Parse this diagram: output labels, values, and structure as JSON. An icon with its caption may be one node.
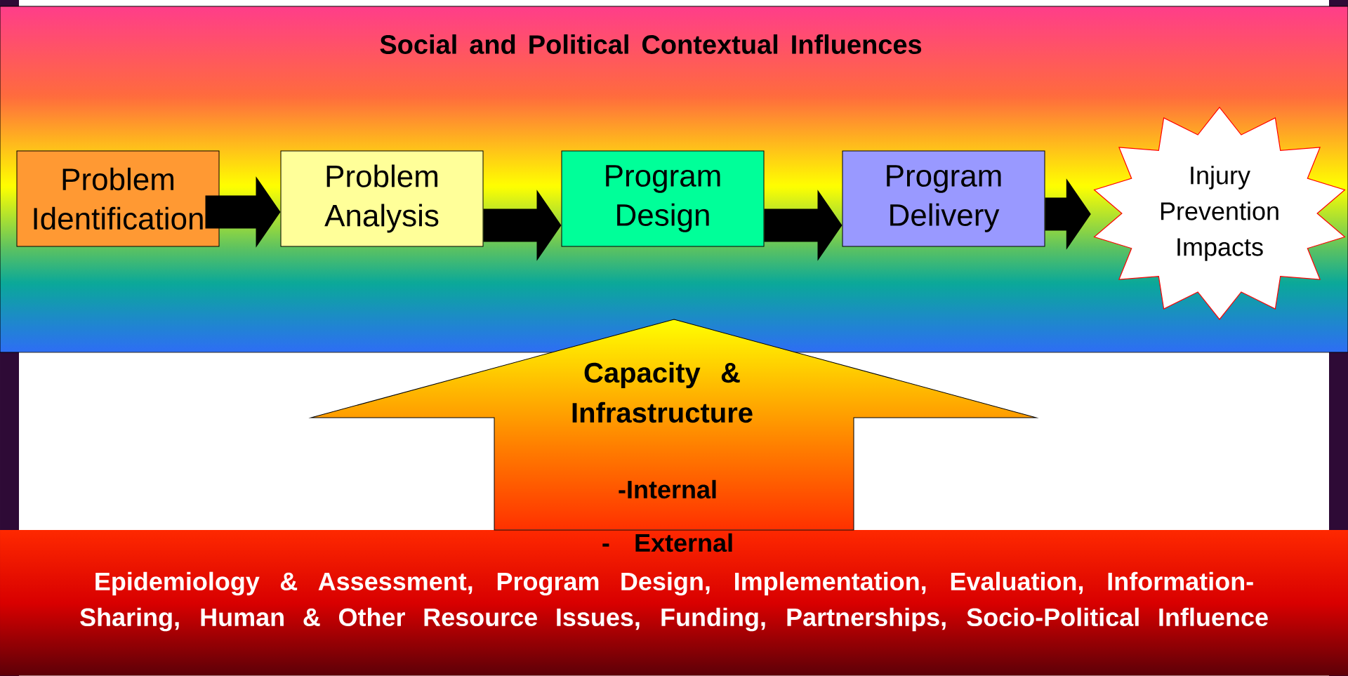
{
  "diagram": {
    "nodes": [
      {
        "text": [
          "Social and Political Contextual Influences"
        ]
      },
      {
        "text": [
          "Problem Identification"
        ],
        "in": 0
      },
      {
        "text": [
          "Problem Analysis"
        ],
        "in": 0
      },
      {
        "text": [
          "Program Design"
        ],
        "in": 0
      },
      {
        "text": [
          "Program Delivery"
        ],
        "in": 0
      },
      {
        "text": [
          "Injury Prevention Impacts"
        ],
        "in": 0
      },
      {
        "text": [
          "Capacity & Infrastructure",
          "-Internal",
          "- External"
        ]
      },
      {
        "text": [
          "Epidemiology & Assessment, Program Design, Implementation, Evaluation, Information-Sharing, Human & Other Resource Issues, Funding, Partnerships, Socio-Political Influence"
        ]
      }
    ],
    "edges": [
      {
        "from": 1,
        "to": 2,
        "arrow": "to"
      },
      {
        "from": 2,
        "to": 3,
        "arrow": "to"
      },
      {
        "from": 3,
        "to": 4,
        "arrow": "to"
      },
      {
        "from": 4,
        "to": 5,
        "arrow": "to"
      }
    ]
  }
}
